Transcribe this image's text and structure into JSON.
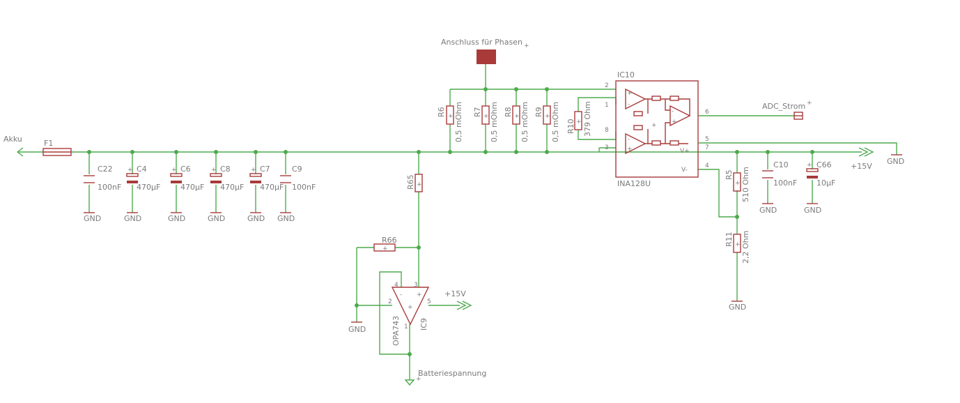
{
  "nets": {
    "akku": "Akku",
    "anschluss": "Anschluss für Phasen",
    "adc": "ADC_Strom",
    "gnd": "GND",
    "v15": "+15V",
    "batterie": "Batteriespannung"
  },
  "fuse": {
    "name": "F1"
  },
  "capacitors": [
    {
      "name": "C22",
      "value": "100nF"
    },
    {
      "name": "C4",
      "value": "470µF"
    },
    {
      "name": "C6",
      "value": "470µF"
    },
    {
      "name": "C8",
      "value": "470µF"
    },
    {
      "name": "C7",
      "value": "470µF"
    },
    {
      "name": "C9",
      "value": "100nF"
    },
    {
      "name": "C10",
      "value": "100nF"
    },
    {
      "name": "C66",
      "value": "10µF"
    }
  ],
  "shunts": [
    {
      "name": "R6",
      "value": "0,5 mOhm"
    },
    {
      "name": "R7",
      "value": "0,5 mOhm"
    },
    {
      "name": "R8",
      "value": "0,5 mOhm"
    },
    {
      "name": "R9",
      "value": "0,5 mOhm"
    }
  ],
  "resistors": {
    "r10": {
      "name": "R10",
      "value": "379 Ohm"
    },
    "r5": {
      "name": "R5",
      "value": "510 Ohm"
    },
    "r11": {
      "name": "R11",
      "value": "2,2 Ohm"
    },
    "r65": {
      "name": "R65"
    },
    "r66": {
      "name": "R66"
    }
  },
  "ic10": {
    "name": "IC10",
    "part": "INA128U",
    "vplus": "V+",
    "vminus": "V-",
    "pins": [
      "2",
      "1",
      "8",
      "3",
      "6",
      "5",
      "7",
      "4"
    ]
  },
  "ic9": {
    "name": "IC9",
    "part": "OPA743",
    "pins": [
      "4",
      "3",
      "2",
      "5",
      "1"
    ]
  },
  "signs": {
    "plus": "+",
    "minus": "-"
  }
}
